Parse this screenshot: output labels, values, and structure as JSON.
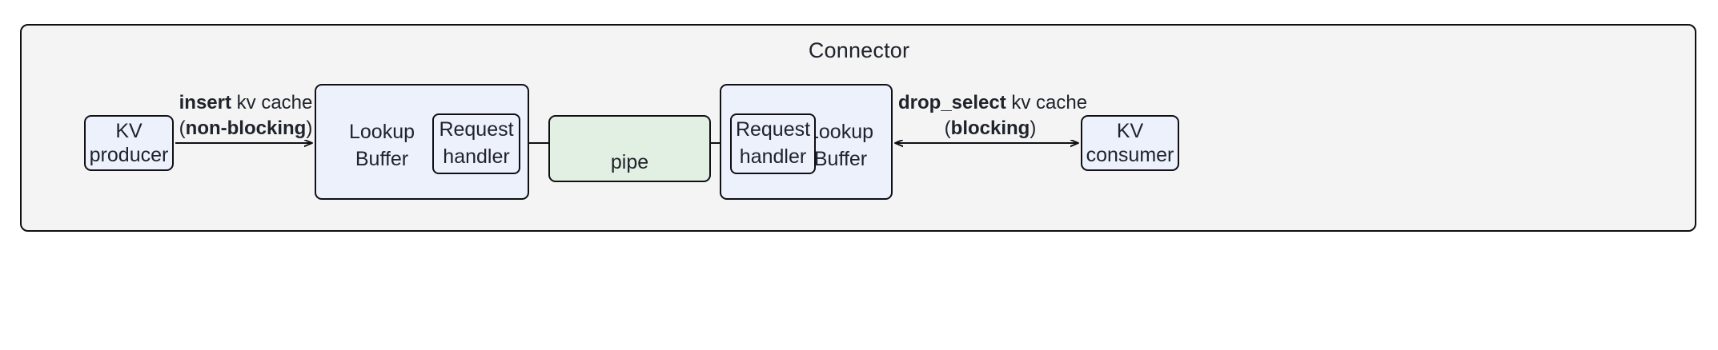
{
  "diagram": {
    "title": "Connector",
    "colors": {
      "container_fill": "#f4f4f4",
      "node_fill": "#edf1fc",
      "pipe_fill": "#e2efe3",
      "stroke": "#0f0f14",
      "text": "#20232b"
    },
    "nodes": {
      "kv_producer": "KV\nproducer",
      "lookup_buffer_left": "Lookup\nBuffer",
      "request_handler_left": "Request\nhandler",
      "pipe": "pipe",
      "request_handler_right": "Request\nhandler",
      "lookup_buffer_right": "Lookup\nBuffer",
      "kv_consumer": "KV\nconsumer"
    },
    "edges": {
      "insert": {
        "line1_bold": "insert",
        "line1_rest": " kv cache",
        "line2_open": "(",
        "line2_bold": "non-blocking",
        "line2_close": ")",
        "direction": "producer-to-buffer"
      },
      "drop_select": {
        "line1_bold": "drop_select",
        "line1_rest": " kv cache",
        "line2_open": "(",
        "line2_bold": "blocking",
        "line2_close": ")",
        "direction": "bidirectional"
      },
      "pipe_left": "pipe-to-left-request-handler",
      "pipe_right": "right-request-handler-to-pipe"
    }
  }
}
